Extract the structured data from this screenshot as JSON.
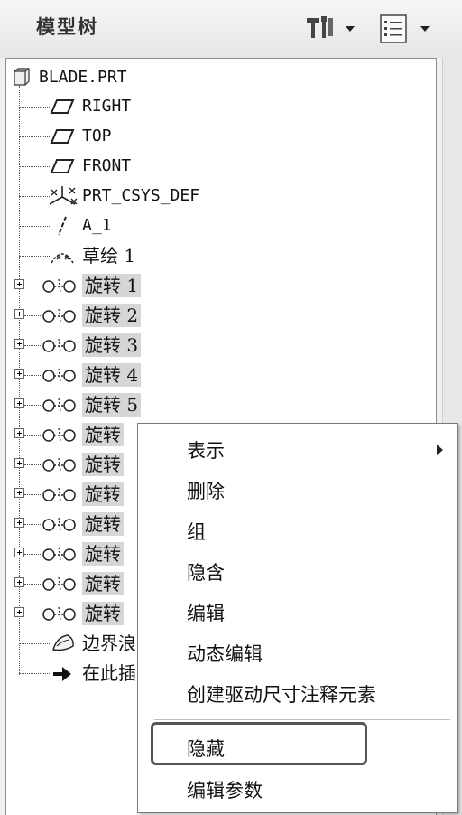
{
  "header": {
    "title": "模型树",
    "settings_icon": "tools-icon",
    "show_icon": "list-icon"
  },
  "tree": {
    "root": "BLADE.PRT",
    "items": [
      {
        "label": "RIGHT",
        "icon": "datum-plane-icon"
      },
      {
        "label": "TOP",
        "icon": "datum-plane-icon"
      },
      {
        "label": "FRONT",
        "icon": "datum-plane-icon"
      },
      {
        "label": "PRT_CSYS_DEF",
        "icon": "coordinate-system-icon"
      },
      {
        "label": "A_1",
        "icon": "datum-axis-icon"
      },
      {
        "label": "草绘 1",
        "icon": "sketch-icon"
      },
      {
        "label": "旋转 1",
        "icon": "revolve-icon"
      },
      {
        "label": "旋转 2",
        "icon": "revolve-icon"
      },
      {
        "label": "旋转 3",
        "icon": "revolve-icon"
      },
      {
        "label": "旋转 4",
        "icon": "revolve-icon"
      },
      {
        "label": "旋转 5",
        "icon": "revolve-icon"
      },
      {
        "label": "旋转",
        "icon": "revolve-icon"
      },
      {
        "label": "旋转",
        "icon": "revolve-icon"
      },
      {
        "label": "旋转",
        "icon": "revolve-icon"
      },
      {
        "label": "旋转",
        "icon": "revolve-icon"
      },
      {
        "label": "旋转",
        "icon": "revolve-icon"
      },
      {
        "label": "旋转",
        "icon": "revolve-icon"
      },
      {
        "label": "旋转",
        "icon": "revolve-icon"
      },
      {
        "label": "边界浪",
        "icon": "boundary-blend-icon"
      },
      {
        "label": "在此插",
        "icon": "insert-here-arrow-icon"
      }
    ]
  },
  "context_menu": {
    "items": [
      {
        "label": "表示",
        "submenu": true
      },
      {
        "label": "删除"
      },
      {
        "label": "组"
      },
      {
        "label": "隐含"
      },
      {
        "label": "编辑"
      },
      {
        "label": "动态编辑"
      },
      {
        "label": "创建驱动尺寸注释元素"
      },
      {
        "label": "隐藏"
      },
      {
        "label": "编辑参数"
      }
    ]
  }
}
